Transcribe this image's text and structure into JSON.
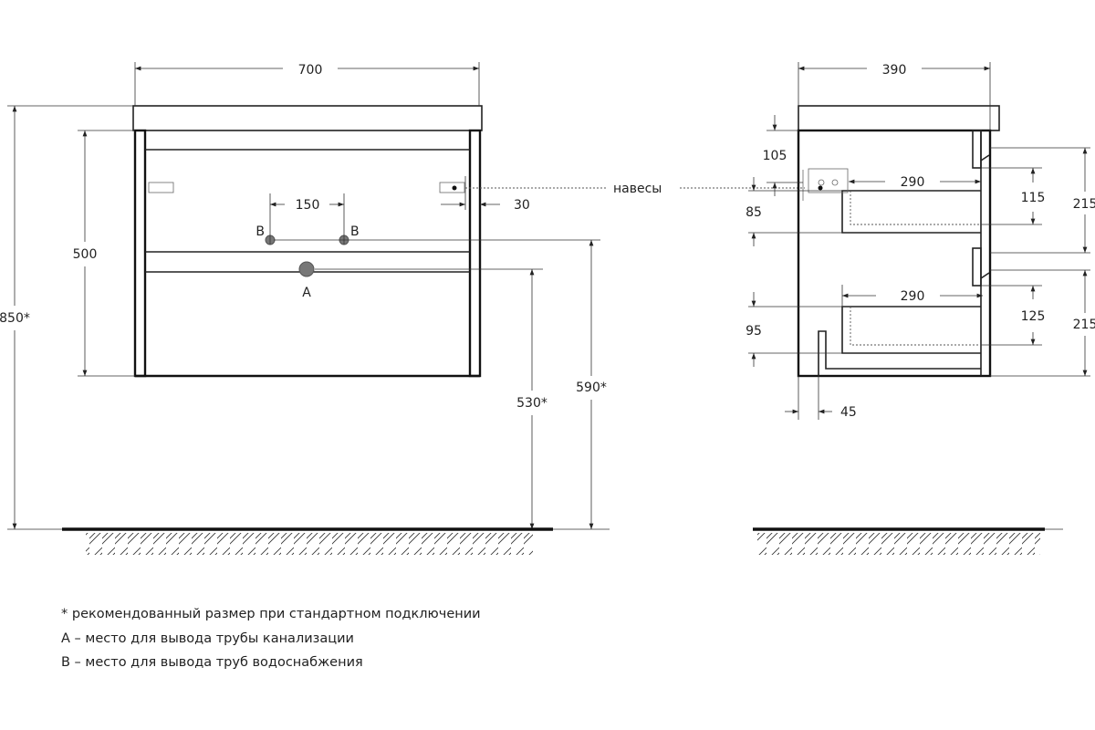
{
  "front_view": {
    "width_dim": "700",
    "height_total_dim": "850*",
    "body_height_dim": "500",
    "pipe_spacing_dim": "150",
    "hanger_offset_dim": "30",
    "drain_height_dim": "530*",
    "water_height_dim": "590*",
    "label_a": "A",
    "label_b_left": "B",
    "label_b_right": "B"
  },
  "hangers_label": "навесы",
  "side_view": {
    "depth_dim": "390",
    "hanger_top_dim": "105",
    "drawer1_depth_dim": "290",
    "drawer2_depth_dim": "290",
    "gap1_dim": "85",
    "gap2_dim": "95",
    "drawer1_height_dim": "115",
    "drawer2_height_dim": "125",
    "front1_height_dim": "215",
    "front2_height_dim": "215",
    "plinth_dim": "45"
  },
  "notes": [
    "* рекомендованный размер при стандартном подключении",
    "А – место для вывода трубы канализации",
    "В – место для вывода труб водоснабжения"
  ]
}
